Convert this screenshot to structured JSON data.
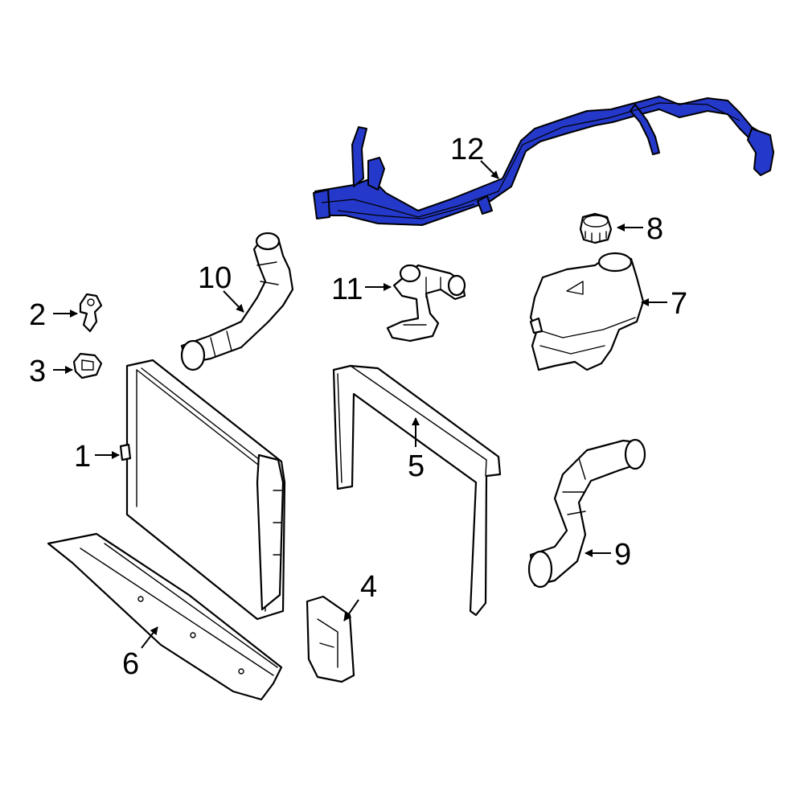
{
  "callouts": {
    "c1": "1",
    "c2": "2",
    "c3": "3",
    "c4": "4",
    "c5": "5",
    "c6": "6",
    "c7": "7",
    "c8": "8",
    "c9": "9",
    "c10": "10",
    "c11": "11",
    "c12": "12"
  },
  "colors": {
    "highlight": "#2438c9",
    "line": "#000000",
    "background": "#ffffff"
  }
}
